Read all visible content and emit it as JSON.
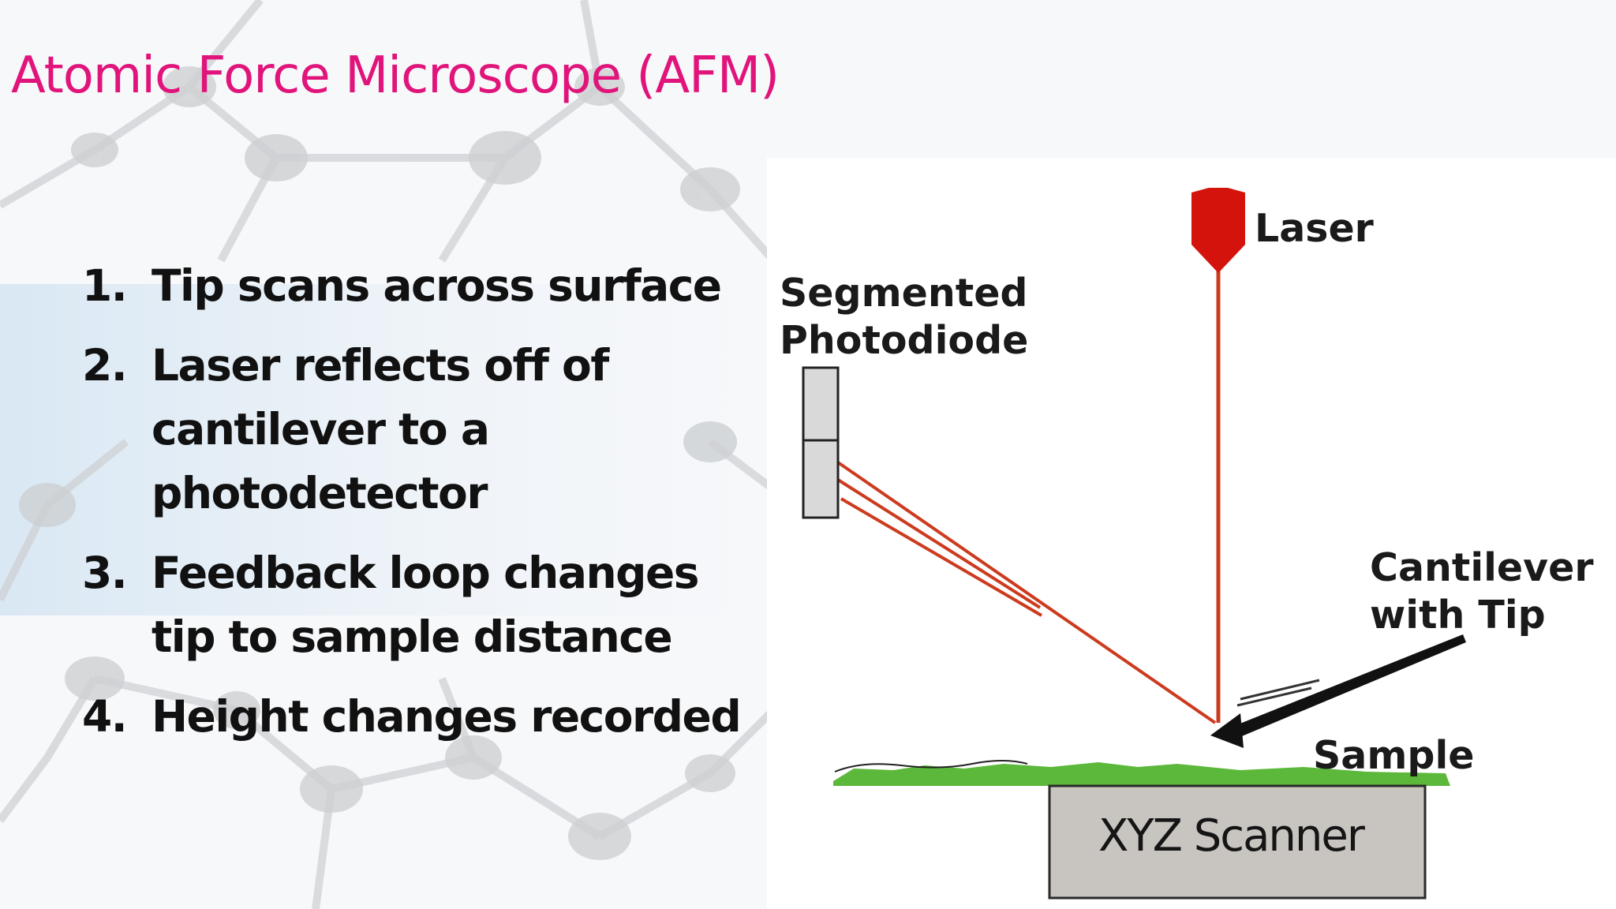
{
  "slide": {
    "title": "Atomic Force Microscope (AFM)",
    "title_color": "#e0147b",
    "steps": [
      {
        "number": "1.",
        "lines": [
          "Tip scans across surface"
        ]
      },
      {
        "number": "2.",
        "lines": [
          "Laser reflects off of",
          "cantilever to a",
          "photodetector"
        ]
      },
      {
        "number": "3.",
        "lines": [
          "Feedback loop changes",
          "tip to sample distance"
        ]
      },
      {
        "number": "4.",
        "lines": [
          "Height changes recorded"
        ]
      }
    ]
  },
  "diagram": {
    "labels": {
      "laser": "Laser",
      "photodiode_line1": "Segmented",
      "photodiode_line2": "Photodiode",
      "cantilever_line1": "Cantilever",
      "cantilever_line2": "with Tip",
      "sample": "Sample",
      "scanner": "XYZ Scanner"
    },
    "colors": {
      "laser_body": "#d4140c",
      "beam": "#cc3b1e",
      "sample": "#5cb83a",
      "scanner": "#c8c4c0"
    }
  }
}
